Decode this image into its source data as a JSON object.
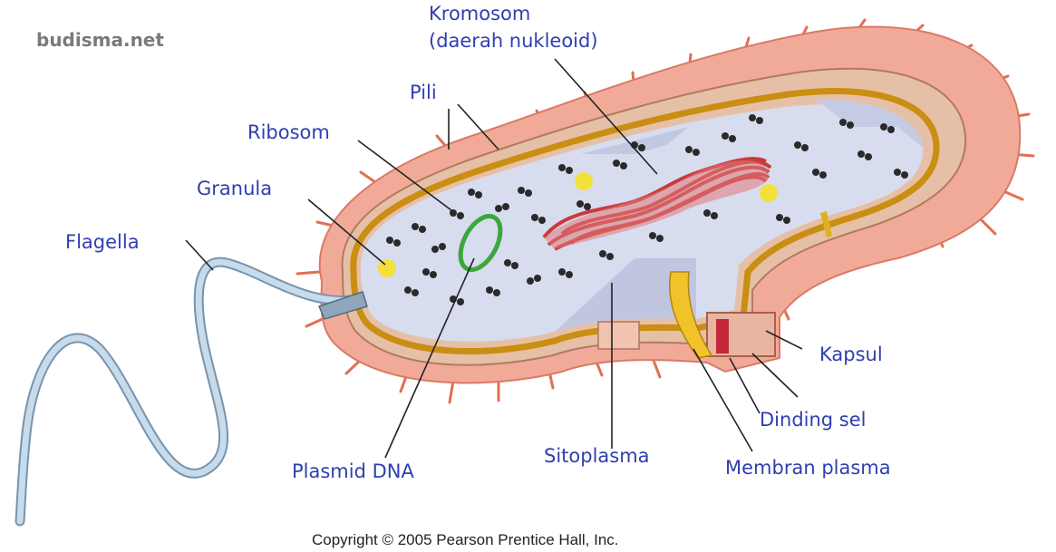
{
  "watermark": "budisma.net",
  "copyright": "Copyright © 2005 Pearson Prentice Hall, Inc.",
  "labels": {
    "kromosom_1": "Kromosom",
    "kromosom_2": "(daerah nukleoid)",
    "pili": "Pili",
    "ribosom": "Ribosom",
    "granula": "Granula",
    "flagella": "Flagella",
    "kapsul": "Kapsul",
    "dinding_sel": "Dinding sel",
    "membran_plasma": "Membran plasma",
    "sitoplasma": "Sitoplasma",
    "plasmid_dna": "Plasmid DNA"
  },
  "colors": {
    "label": "#2f3fb0",
    "capsule": "#f2aa98",
    "cell_wall": "#e6c0a6",
    "membrane": "#d7a11e",
    "cytoplasm": "#d8dcef",
    "chromosome": "#d94a4a",
    "plasmid": "#3aa83a",
    "granule": "#f3e13a",
    "flagellum": "#a9c2d9"
  }
}
